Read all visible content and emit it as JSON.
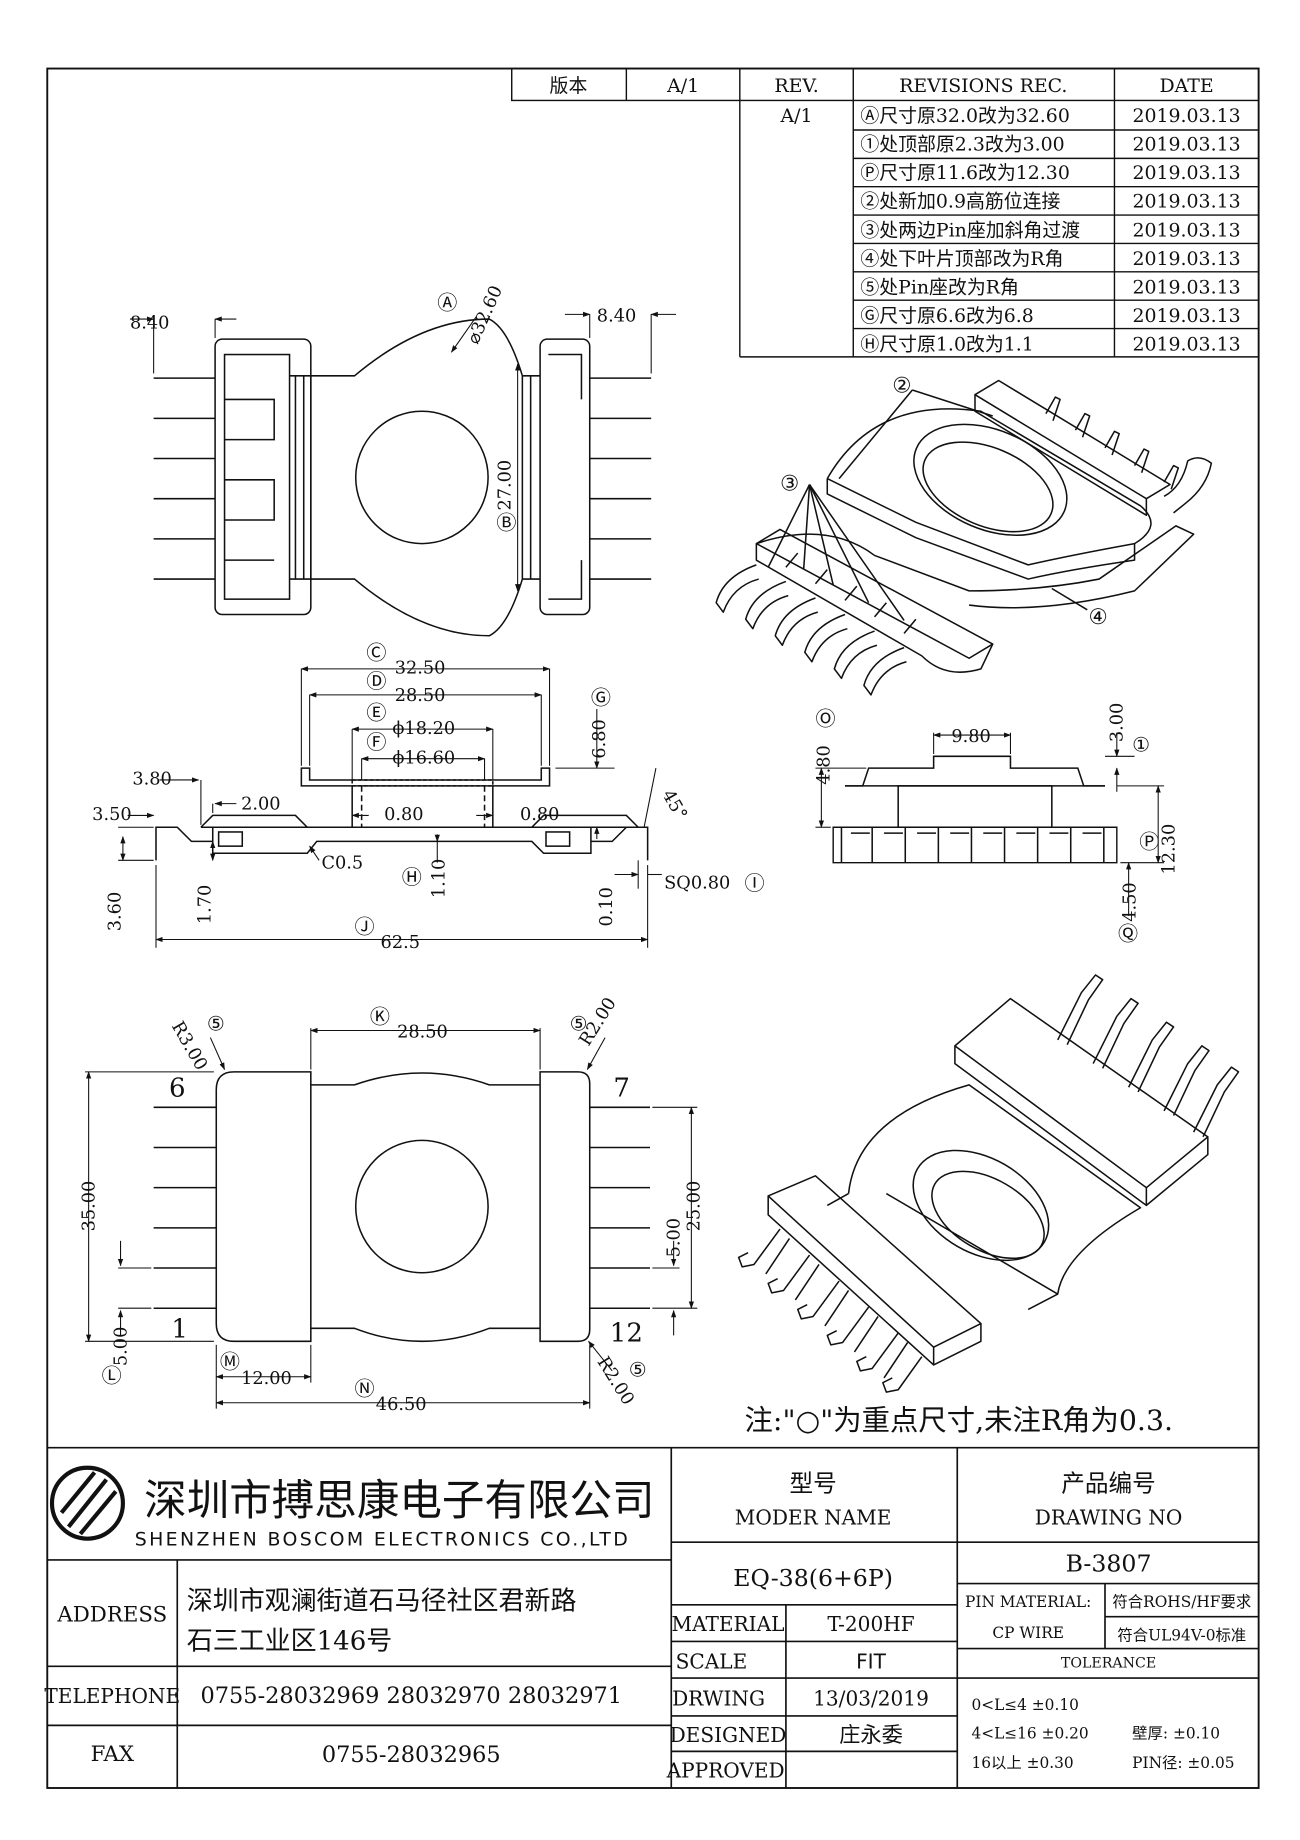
{
  "revision_table": {
    "header": {
      "version_label": "版本",
      "version_value": "A/1",
      "rev_label": "REV.",
      "rec_label": "REVISIONS REC.",
      "date_label": "DATE"
    },
    "rows": [
      {
        "rev": "A/1",
        "text": "Ⓐ尺寸原32.0改为32.60",
        "date": "2019.03.13"
      },
      {
        "rev": "",
        "text": "①处顶部原2.3改为3.00",
        "date": "2019.03.13"
      },
      {
        "rev": "",
        "text": "Ⓟ尺寸原11.6改为12.30",
        "date": "2019.03.13"
      },
      {
        "rev": "",
        "text": "②处新加0.9高筋位连接",
        "date": "2019.03.13"
      },
      {
        "rev": "",
        "text": "③处两边Pin座加斜角过渡",
        "date": "2019.03.13"
      },
      {
        "rev": "",
        "text": "④处下叶片顶部改为R角",
        "date": "2019.03.13"
      },
      {
        "rev": "",
        "text": "⑤处Pin座改为R角",
        "date": "2019.03.13"
      },
      {
        "rev": "",
        "text": "Ⓖ尺寸原6.6改为6.8",
        "date": "2019.03.13"
      },
      {
        "rev": "",
        "text": "Ⓗ尺寸原1.0改为1.1",
        "date": "2019.03.13"
      }
    ]
  },
  "top_view": {
    "dim_left": "8.40",
    "dim_right": "8.40",
    "dim_dia": "⌀32.60",
    "mark_a": "Ⓐ",
    "dim_height": "27.00",
    "mark_b": "Ⓑ"
  },
  "iso_top": {
    "callout_2": "②",
    "callout_3": "③",
    "callout_4": "④"
  },
  "side_view": {
    "c": "32.50",
    "mark_c": "Ⓒ",
    "d": "28.50",
    "mark_d": "Ⓓ",
    "e": "ϕ18.20",
    "mark_e": "Ⓔ",
    "f": "ϕ16.60",
    "mark_f": "Ⓕ",
    "g": "6.80",
    "mark_g": "Ⓖ",
    "angle": "45°",
    "d380": "3.80",
    "d200": "2.00",
    "d350": "3.50",
    "d080a": "0.80",
    "d080b": "0.80",
    "c05": "C0.5",
    "d110": "1.10",
    "mark_h": "Ⓗ",
    "d360": "3.60",
    "d170": "1.70",
    "d010": "0.10",
    "sq": "SQ0.80",
    "mark_i": "Ⓘ",
    "d625": "62.5",
    "mark_j": "Ⓙ"
  },
  "front_view": {
    "mark_o": "Ⓞ",
    "d980": "9.80",
    "d300": "3.00",
    "mark_1": "①",
    "d480": "4.80",
    "d1230": "12.30",
    "mark_p": "Ⓟ",
    "d450": "4.50",
    "mark_q": "Ⓠ"
  },
  "bottom_view": {
    "r300": "R3.00",
    "mark_5a": "⑤",
    "d2850": "28.50",
    "mark_k": "Ⓚ",
    "mark_5b": "⑤",
    "r200a": "R2.00",
    "pin6": "6",
    "pin7": "7",
    "pin1": "1",
    "pin12": "12",
    "d3500": "35.00",
    "d2500": "25.00",
    "d500a": "5.00",
    "d500b": "5.00",
    "mark_l": "Ⓛ",
    "mark_m": "Ⓜ",
    "d1200": "12.00",
    "r200b": "R2.00",
    "mark_5c": "⑤",
    "mark_n": "Ⓝ",
    "d4650": "46.50"
  },
  "note": "注:\"○\"为重点尺寸,未注R角为0.3.",
  "title_block": {
    "company_cn": "深圳市搏思康电子有限公司",
    "company_en": "SHENZHEN BOSCOM ELECTRONICS CO.,LTD",
    "model_label_cn": "型号",
    "model_label_en": "MODER NAME",
    "drawing_label_cn": "产品编号",
    "drawing_label_en": "DRAWING NO",
    "model_value": "EQ-38(6+6P)",
    "drawing_value": "B-3807",
    "address_label": "ADDRESS",
    "address_line1": "深圳市观澜街道石马径社区君新路",
    "address_line2": "石三工业区146号",
    "telephone_label": "TELEPHONE",
    "telephone_value": "0755-28032969 28032970 28032971",
    "fax_label": "FAX",
    "fax_value": "0755-28032965",
    "material_label": "MATERIAL",
    "material_value": "T-200HF",
    "scale_label": "SCALE",
    "scale_value": "FIT",
    "drawing_date_label": "DRWING",
    "drawing_date_value": "13/03/2019",
    "designed_label": "DESIGNED",
    "designed_value": "庄永委",
    "approved_label": "APPROVED",
    "pin_material_label": "PIN MATERIAL:",
    "pin_material_value": "CP WIRE",
    "rohs": "符合ROHS/HF要求",
    "ul": "符合UL94V-0标准",
    "tolerance_label": "TOLERANCE",
    "tol1": "0<L≤4 ±0.10",
    "tol2": "4<L≤16 ±0.20",
    "tol3": "16以上   ±0.30",
    "wall": "壁厚:  ±0.10",
    "pin_dia": "PIN径: ±0.05"
  }
}
